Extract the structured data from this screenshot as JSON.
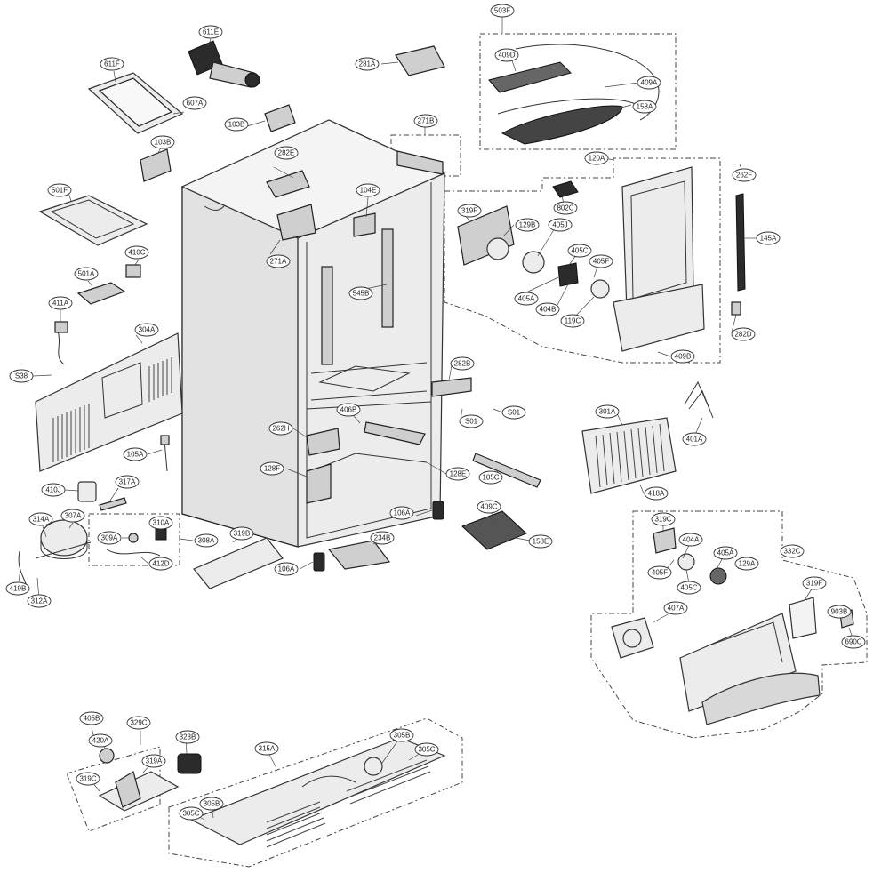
{
  "diagram": {
    "callouts": [
      {
        "id": "611E",
        "label": "611E"
      },
      {
        "id": "611F",
        "label": "611F"
      },
      {
        "id": "607A",
        "label": "607A"
      },
      {
        "id": "103B-top",
        "label": "103B"
      },
      {
        "id": "103B-left",
        "label": "103B"
      },
      {
        "id": "281A",
        "label": "281A"
      },
      {
        "id": "271B",
        "label": "271B"
      },
      {
        "id": "282E",
        "label": "282E"
      },
      {
        "id": "271A",
        "label": "271A"
      },
      {
        "id": "104E",
        "label": "104E"
      },
      {
        "id": "545B",
        "label": "545B"
      },
      {
        "id": "501F",
        "label": "501F"
      },
      {
        "id": "410C",
        "label": "410C"
      },
      {
        "id": "501A",
        "label": "501A"
      },
      {
        "id": "411A",
        "label": "411A"
      },
      {
        "id": "304A",
        "label": "304A"
      },
      {
        "id": "S38",
        "label": "S38"
      },
      {
        "id": "105A",
        "label": "105A"
      },
      {
        "id": "317A",
        "label": "317A"
      },
      {
        "id": "410J",
        "label": "410J"
      },
      {
        "id": "314A",
        "label": "314A"
      },
      {
        "id": "307A",
        "label": "307A"
      },
      {
        "id": "310A",
        "label": "310A"
      },
      {
        "id": "309A",
        "label": "309A"
      },
      {
        "id": "308A",
        "label": "308A"
      },
      {
        "id": "412D",
        "label": "412D"
      },
      {
        "id": "419B",
        "label": "419B"
      },
      {
        "id": "312A",
        "label": "312A"
      },
      {
        "id": "319B",
        "label": "319B"
      },
      {
        "id": "106A-a",
        "label": "106A"
      },
      {
        "id": "106A-b",
        "label": "106A"
      },
      {
        "id": "234B",
        "label": "234B"
      },
      {
        "id": "262H",
        "label": "262H"
      },
      {
        "id": "406B",
        "label": "406B"
      },
      {
        "id": "128F",
        "label": "128F"
      },
      {
        "id": "128E",
        "label": "128E"
      },
      {
        "id": "282B",
        "label": "282B"
      },
      {
        "id": "S01-a",
        "label": "S01"
      },
      {
        "id": "S01-b",
        "label": "S01"
      },
      {
        "id": "105C",
        "label": "105C"
      },
      {
        "id": "409C",
        "label": "409C"
      },
      {
        "id": "158E",
        "label": "158E"
      },
      {
        "id": "503F",
        "label": "503F"
      },
      {
        "id": "409D",
        "label": "409D"
      },
      {
        "id": "409A",
        "label": "409A"
      },
      {
        "id": "158A",
        "label": "158A"
      },
      {
        "id": "120A",
        "label": "120A"
      },
      {
        "id": "262F",
        "label": "262F"
      },
      {
        "id": "319F",
        "label": "319F"
      },
      {
        "id": "129B",
        "label": "129B"
      },
      {
        "id": "405J",
        "label": "405J"
      },
      {
        "id": "802C",
        "label": "802C"
      },
      {
        "id": "405C-top",
        "label": "405C"
      },
      {
        "id": "405F-top",
        "label": "405F"
      },
      {
        "id": "405A-top",
        "label": "405A"
      },
      {
        "id": "404B",
        "label": "404B"
      },
      {
        "id": "119C",
        "label": "119C"
      },
      {
        "id": "145A",
        "label": "145A"
      },
      {
        "id": "282D",
        "label": "282D"
      },
      {
        "id": "409B",
        "label": "409B"
      },
      {
        "id": "301A",
        "label": "301A"
      },
      {
        "id": "401A",
        "label": "401A"
      },
      {
        "id": "418A",
        "label": "418A"
      },
      {
        "id": "319C-right",
        "label": "319C"
      },
      {
        "id": "404A",
        "label": "404A"
      },
      {
        "id": "405A-right",
        "label": "405A"
      },
      {
        "id": "129A",
        "label": "129A"
      },
      {
        "id": "405F-right",
        "label": "405F"
      },
      {
        "id": "405C-right",
        "label": "405C"
      },
      {
        "id": "332C",
        "label": "332C"
      },
      {
        "id": "319F-right",
        "label": "319F"
      },
      {
        "id": "407A",
        "label": "407A"
      },
      {
        "id": "903B",
        "label": "903B"
      },
      {
        "id": "690C",
        "label": "690C"
      },
      {
        "id": "405B",
        "label": "405B"
      },
      {
        "id": "329C",
        "label": "329C"
      },
      {
        "id": "420A",
        "label": "420A"
      },
      {
        "id": "323B",
        "label": "323B"
      },
      {
        "id": "319A",
        "label": "319A"
      },
      {
        "id": "319C-bottom",
        "label": "319C"
      },
      {
        "id": "315A",
        "label": "315A"
      },
      {
        "id": "305B-a",
        "label": "305B"
      },
      {
        "id": "305C-a",
        "label": "305C"
      },
      {
        "id": "305B-b",
        "label": "305B"
      },
      {
        "id": "305C-b",
        "label": "305C"
      }
    ]
  }
}
